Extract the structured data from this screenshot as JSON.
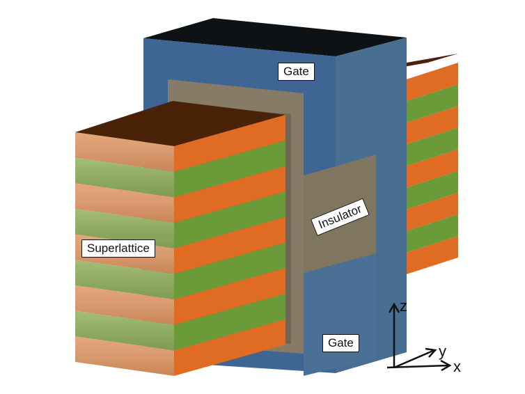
{
  "labels": {
    "gate_top": "Gate",
    "gate_bottom": "Gate",
    "insulator": "Insulator",
    "superlattice": "Superlattice"
  },
  "axes": {
    "z": "z",
    "y": "y",
    "x": "x"
  },
  "colors": {
    "gate_front": "#3f6594",
    "gate_side": "#486f92",
    "gate_top_face": "#0f1215",
    "insulator": "#867b66",
    "insulator_inner": "#72695a",
    "superlattice_front_orange": "#d89a6e",
    "superlattice_front_green": "#8faa5e",
    "superlattice_side_orange": "#e06b22",
    "superlattice_side_green": "#6b9a38",
    "superlattice_top": "#4a2208"
  },
  "superlattice_layers": [
    "orange",
    "green",
    "orange",
    "green",
    "orange",
    "green",
    "orange",
    "green",
    "orange"
  ]
}
